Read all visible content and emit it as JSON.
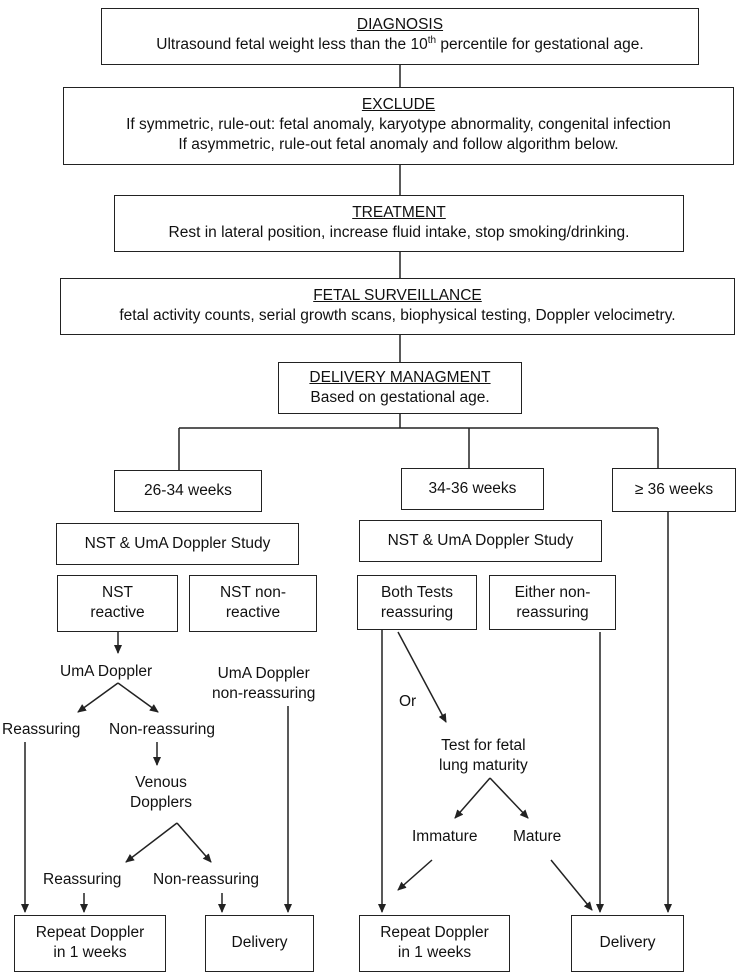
{
  "diagnosis": {
    "heading": "DIAGNOSIS",
    "text_before_sup": "Ultrasound fetal weight less than the 10",
    "sup": "th",
    "text_after_sup": " percentile for gestational age."
  },
  "exclude": {
    "heading": "EXCLUDE",
    "line1": "If symmetric, rule-out: fetal anomaly, karyotype abnormality, congenital infection",
    "line2": "If asymmetric, rule-out fetal anomaly and follow algorithm below."
  },
  "treatment": {
    "heading": "TREATMENT",
    "text": "Rest in lateral position, increase fluid intake, stop smoking/drinking."
  },
  "surveillance": {
    "heading": "FETAL SURVEILLANCE",
    "text": "fetal activity counts, serial growth scans, biophysical testing, Doppler velocimetry."
  },
  "delivery_management": {
    "heading": "DELIVERY MANAGMENT",
    "text": "Based on gestational age."
  },
  "branches": {
    "a": "26-34 weeks",
    "b": "34-36 weeks",
    "c": "≥ 36 weeks"
  },
  "left": {
    "study": "NST & UmA Doppler Study",
    "nst_reactive": [
      "NST",
      "reactive"
    ],
    "nst_nonreactive": [
      "NST non-",
      "reactive"
    ],
    "uma_doppler": "UmA Doppler",
    "uma_nonreassuring": [
      "UmA Doppler",
      "non-reassuring"
    ],
    "reassuring": "Reassuring",
    "non_reassuring": "Non-reassuring",
    "venous": [
      "Venous",
      "Dopplers"
    ],
    "reassuring2": "Reassuring",
    "non_reassuring2": "Non-reassuring",
    "repeat": [
      "Repeat Doppler",
      "in 1 weeks"
    ],
    "delivery": "Delivery"
  },
  "middle": {
    "study": "NST & UmA Doppler Study",
    "both": [
      "Both Tests",
      "reassuring"
    ],
    "either": [
      "Either non-",
      "reassuring"
    ],
    "or": "Or",
    "test_lung": [
      "Test for fetal",
      "lung maturity"
    ],
    "immature": "Immature",
    "mature": "Mature",
    "repeat": [
      "Repeat Doppler",
      "in 1 weeks"
    ],
    "delivery": "Delivery"
  },
  "colors": {
    "line": "#222222",
    "box_bg": "#ffffff"
  }
}
